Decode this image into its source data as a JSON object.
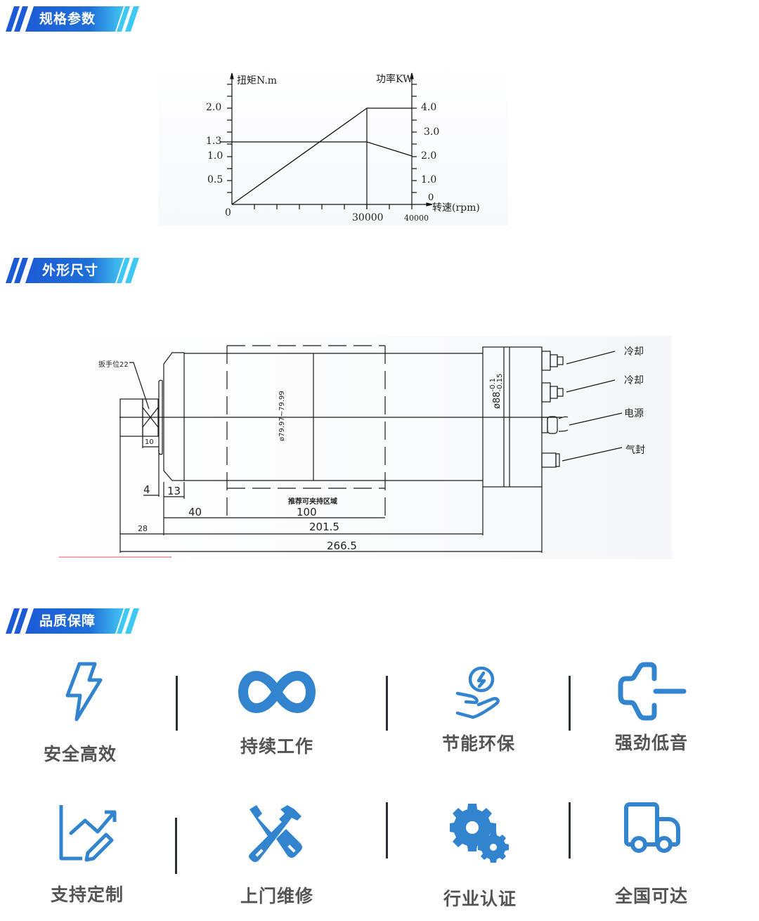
{
  "sections": {
    "specs": {
      "title": "规格参数"
    },
    "dimensions": {
      "title": "外形尺寸"
    },
    "quality": {
      "title": "品质保障"
    }
  },
  "colors": {
    "banner_dark": "#1d5bd6",
    "banner_light": "#3ec8f5",
    "icon_blue": "#3384cf",
    "label_gray": "#545454",
    "divider": "#2b2f36"
  },
  "chart_data": {
    "type": "line",
    "title": "",
    "xlabel": "转速(rpm)",
    "ylabel_left": "扭矩N.m",
    "ylabel_right": "功率KW",
    "x_ticks": [
      "0",
      "30000",
      "40000"
    ],
    "y_left_ticks": [
      "0.5",
      "1.0",
      "1.3",
      "2.0"
    ],
    "y_right_ticks": [
      "0",
      "1.0",
      "2.0",
      "3.0",
      "4.0"
    ],
    "origin_label": "0",
    "xlim": [
      0,
      40000
    ],
    "ylim_left": [
      0,
      2.0
    ],
    "ylim_right": [
      0,
      4.0
    ],
    "series": [
      {
        "name": "功率KW",
        "axis": "right",
        "x": [
          0,
          30000,
          40000
        ],
        "values": [
          0,
          4.0,
          4.0
        ]
      },
      {
        "name": "扭矩N.m",
        "axis": "left",
        "x": [
          0,
          30000,
          40000
        ],
        "values": [
          1.3,
          1.3,
          1.0
        ]
      }
    ],
    "grid": false
  },
  "drawing": {
    "wrench_label": "扳手位22",
    "clamp_zone_label": "推荐可夹持区域",
    "diameter_body": "ø79.97~79.99",
    "diameter_cap": "ø88",
    "diameter_cap_tol_upper": "-0.1",
    "diameter_cap_tol_lower": "-0.15",
    "dims": {
      "d10": "10",
      "d4": "4",
      "d13": "13",
      "d40": "40",
      "d100": "100",
      "d28": "28",
      "d201_5": "201.5",
      "d266_5": "266.5"
    },
    "ports": [
      "冷却",
      "冷却",
      "电源",
      "气封"
    ]
  },
  "features": [
    {
      "label": "安全高效",
      "icon": "lightning-icon"
    },
    {
      "label": "持续工作",
      "icon": "infinity-icon"
    },
    {
      "label": "节能环保",
      "icon": "energy-hand-icon"
    },
    {
      "label": "强劲低音",
      "icon": "low-noise-icon"
    },
    {
      "label": "支持定制",
      "icon": "chart-pen-icon"
    },
    {
      "label": "上门维修",
      "icon": "tools-icon"
    },
    {
      "label": "行业认证",
      "icon": "gears-icon"
    },
    {
      "label": "全国可达",
      "icon": "truck-icon"
    }
  ]
}
